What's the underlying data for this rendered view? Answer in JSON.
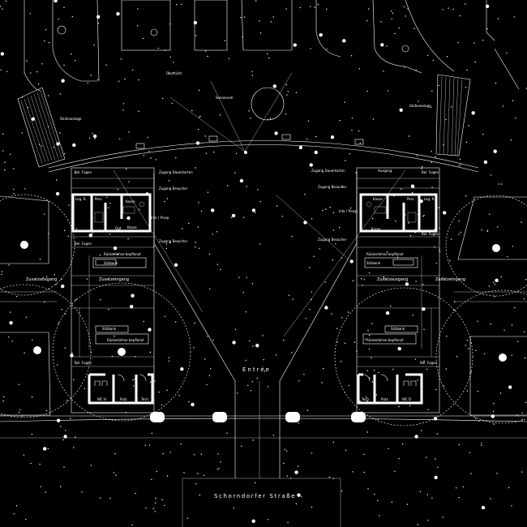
{
  "plan": {
    "street": "Schorndorfer Straße",
    "entree": "Entrée",
    "top": {
      "sonnenuhr": "Sonnenuhr",
      "stufenanlage_left": "Stufenanlage",
      "stufenanlage_right": "Stufenanlage",
      "uebersicht": "Übersicht"
    },
    "left_building": {
      "bel_fugen_top": "Bel. Fugen",
      "zugang_dauerkarten": "Zugang Dauerkarten",
      "zugang_besucher_top": "Zugang Besucher",
      "leg_r": "Leg. R.",
      "pers": "Pers.",
      "kasse_top": "Kasse",
      "kasse_bottom": "Kasse",
      "info": "Info / Prosp.",
      "garderobe": "Grd.",
      "zugang_besucher_bottom": "Zugang Besucher",
      "bel_fugen_mid": "Bel. Fugen",
      "rueckenlehne": "Rückenlehne bepflanzt",
      "sitzbank": "Sitzbank",
      "zusatzeingang": "Zusatzeingang",
      "zusatzausgang": "Zusatzausgang",
      "bel_fugen_bottom": "Bel. Fugen",
      "wc_h": "WC H",
      "putz": "Putz",
      "tech": "Tech."
    },
    "right_building": {
      "bel_fugen_top": "Bel. Fugen",
      "zugang_dauerkarten": "Zugang Dauerkarten",
      "ausgang": "Ausgang",
      "zugang_besucher_top": "Zugang Besucher",
      "leg_r": "Leg. R.",
      "pers": "Pers.",
      "kasse_top": "Kasse",
      "kasse_bottom": "Kasse",
      "info": "Info / Prosp.",
      "zugang_besucher_bottom": "Zugang Besucher",
      "bel_fugen_mid": "Bel. Fugen",
      "rueckenlehne": "Rückenlehne bepflanzt",
      "sitzbank": "Sitzbank",
      "zusatzausgang": "Zusatzausgang",
      "zusatzeingang": "Zusatzeingang",
      "bel_fugen_bottom": "Bel. Fugen",
      "tech": "Tech.",
      "putz": "Putz",
      "wc_d": "WC D"
    },
    "colors": {
      "background": "#000000",
      "lines": "#ffffff"
    }
  }
}
